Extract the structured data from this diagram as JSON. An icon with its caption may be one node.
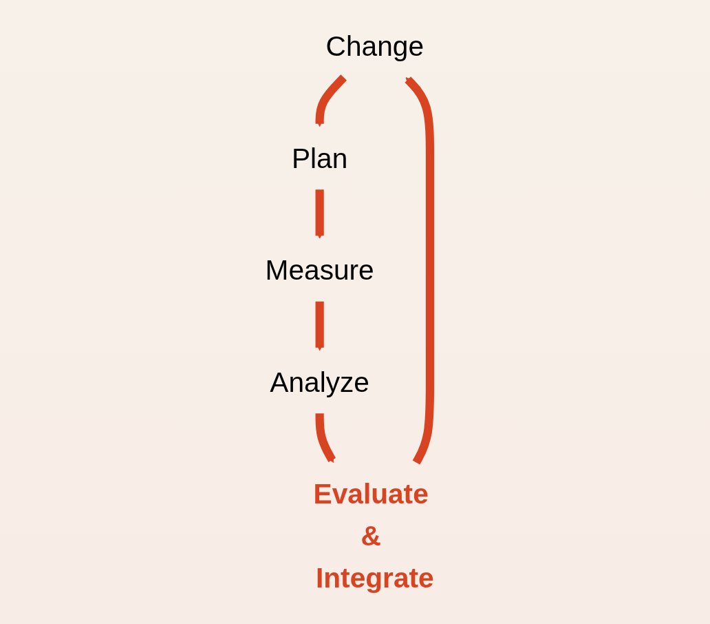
{
  "diagram": {
    "nodes": [
      {
        "text": [
          "Change"
        ]
      },
      {
        "text": [
          "Plan"
        ]
      },
      {
        "text": [
          "Measure"
        ]
      },
      {
        "text": [
          "Analyze"
        ]
      },
      {
        "text": [
          "Evaluate & Integrate"
        ]
      }
    ],
    "edges": [
      {
        "from": 0,
        "to": 1,
        "arrow": "to"
      },
      {
        "from": 1,
        "to": 2,
        "arrow": "to"
      },
      {
        "from": 2,
        "to": 3,
        "arrow": "to"
      },
      {
        "from": 3,
        "to": 4,
        "arrow": "to"
      },
      {
        "from": 4,
        "to": 0,
        "arrow": "to"
      }
    ]
  }
}
